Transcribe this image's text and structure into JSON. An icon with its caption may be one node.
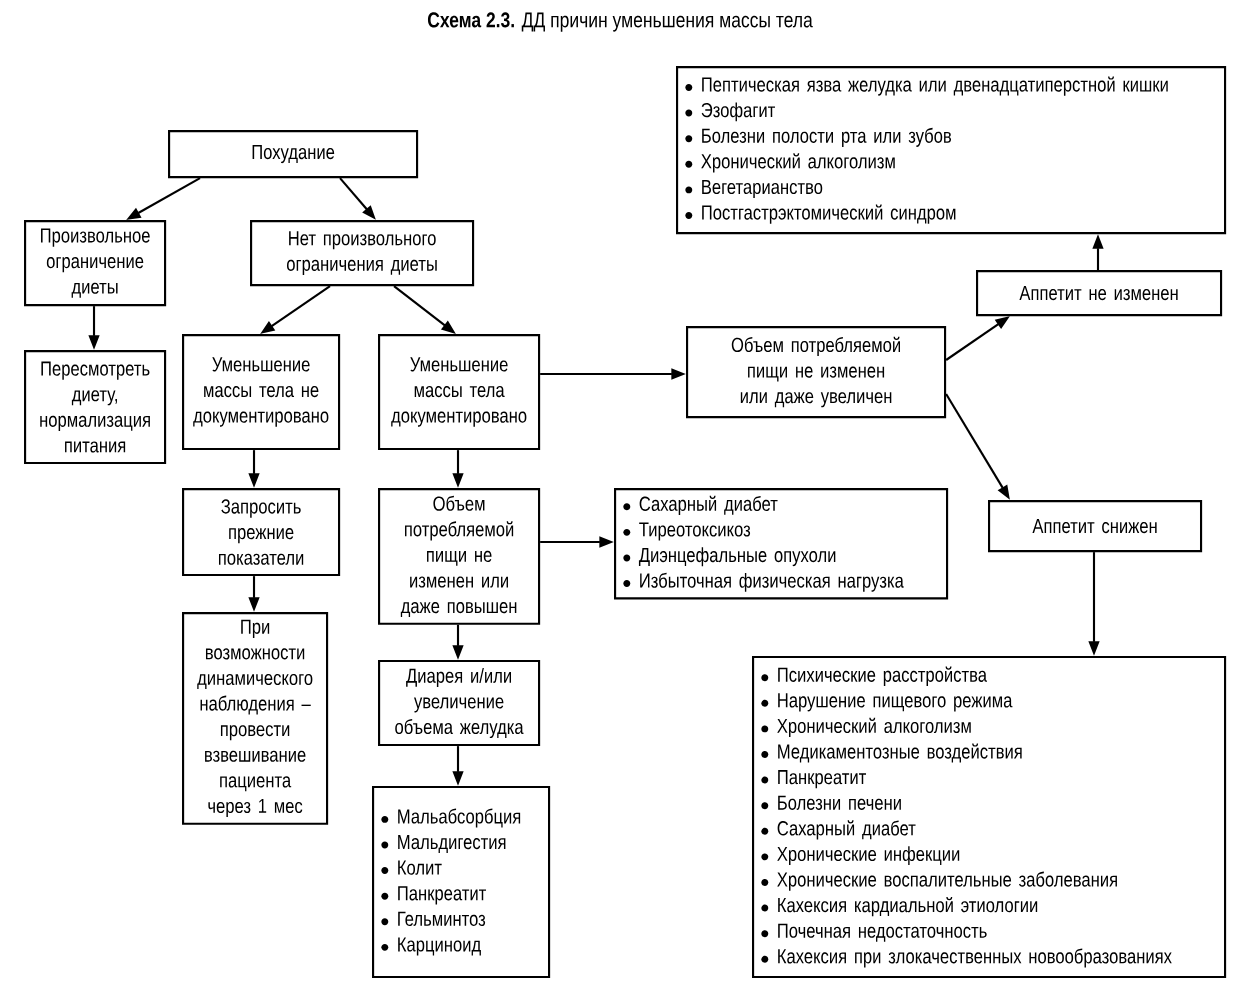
{
  "diagram": {
    "title": "**Схема 2.3.** ДД причин уменьшения массы тела",
    "nodes": [
      {
        "text": [
          "Похудание"
        ]
      },
      {
        "text": [
          "Произвольное ограничение диеты"
        ]
      },
      {
        "text": [
          "Нет произвольного ограничения диеты"
        ]
      },
      {
        "text": [
          "Пересмотреть диету, нормализация питания"
        ]
      },
      {
        "text": [
          "Уменьшение массы тела не документировано"
        ]
      },
      {
        "text": [
          "Уменьшение массы тела документировано"
        ]
      },
      {
        "text": [
          "Запросить прежние показатели"
        ]
      },
      {
        "text": [
          "При возможности динамического наблюдения – провести взвешивание пациента через 1 мес"
        ]
      },
      {
        "text": [
          "Объем потребляемой пищи не изменен или даже повышен"
        ]
      },
      {
        "text": [
          "Диарея и/или увеличение объема желудка"
        ]
      },
      {
        "text": [
          "Мальабсорбция",
          "Мальдигестия",
          "Колит",
          "Панкреатит",
          "Гельминтоз",
          "Карциноид"
        ]
      },
      {
        "text": [
          "Объем потребляемой пищи не изменен или даже увеличен"
        ]
      },
      {
        "text": [
          "Сахарный диабет",
          "Тиреотоксикоз",
          "Диэнцефальные опухоли",
          "Избыточная физическая нагрузка"
        ]
      },
      {
        "text": [
          "Пептическая язва желудка или двенадцатиперстной кишки",
          "Эзофагит",
          "Болезни полости рта или зубов",
          "Хронический алкоголизм",
          "Вегетарианство",
          "Постгастрэктомический синдром"
        ]
      },
      {
        "text": [
          "Аппетит не изменен"
        ]
      },
      {
        "text": [
          "Аппетит снижен"
        ]
      },
      {
        "text": [
          "Психические расстройства",
          "Нарушение пищевого режима",
          "Хронический алкоголизм",
          "Медикаментозные воздействия",
          "Панкреатит",
          "Болезни печени",
          "Сахарный диабет",
          "Хронические инфекции",
          "Хронические воспалительные заболевания",
          "Кахексия кардиальной этиологии",
          "Почечная недостаточность",
          "Кахексия при злокачественных новообразованиях"
        ]
      }
    ],
    "edges": [
      {
        "from": 0,
        "to": 1,
        "arrow": "to"
      },
      {
        "from": 0,
        "to": 2,
        "arrow": "to"
      },
      {
        "from": 1,
        "to": 3,
        "arrow": "to"
      },
      {
        "from": 2,
        "to": 4,
        "arrow": "to"
      },
      {
        "from": 2,
        "to": 5,
        "arrow": "to"
      },
      {
        "from": 4,
        "to": 6,
        "arrow": "to"
      },
      {
        "from": 6,
        "to": 7,
        "arrow": "to"
      },
      {
        "from": 5,
        "to": 8,
        "arrow": "to"
      },
      {
        "from": 8,
        "to": 9,
        "arrow": "to"
      },
      {
        "from": 9,
        "to": 10,
        "arrow": "to"
      },
      {
        "from": 8,
        "to": 12,
        "arrow": "to"
      },
      {
        "from": 5,
        "to": 11,
        "arrow": "to"
      },
      {
        "from": 11,
        "to": 14,
        "arrow": "to"
      },
      {
        "from": 11,
        "to": 15,
        "arrow": "to"
      },
      {
        "from": 14,
        "to": 13,
        "arrow": "to"
      },
      {
        "from": 15,
        "to": 16,
        "arrow": "to"
      }
    ]
  }
}
